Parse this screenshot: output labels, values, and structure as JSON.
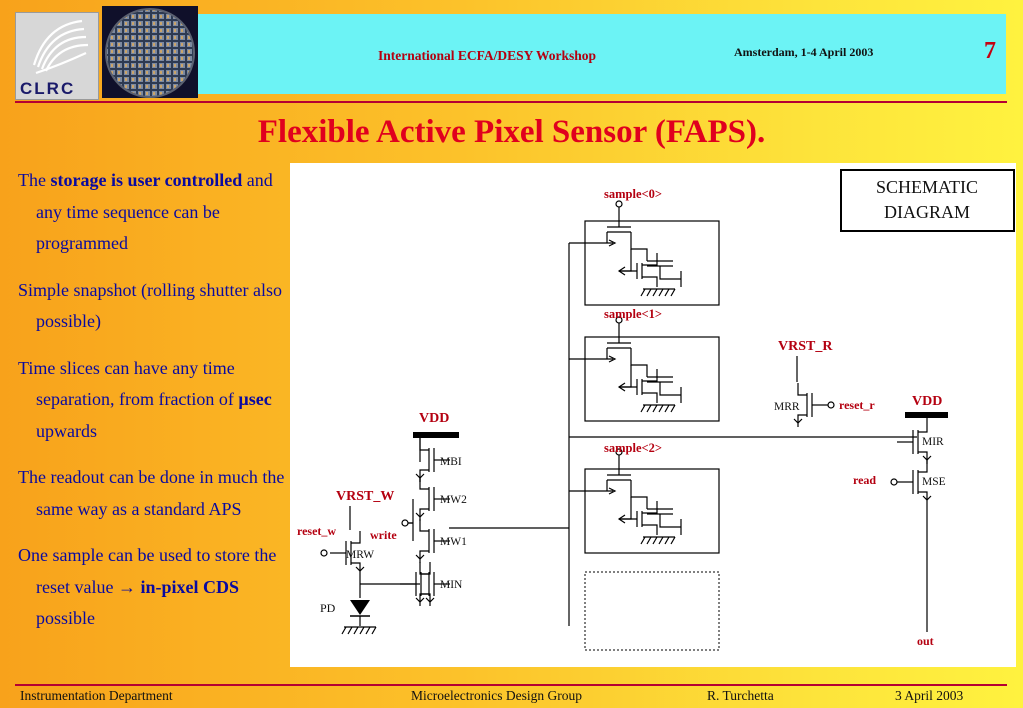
{
  "header": {
    "logo_text": "CLRC",
    "workshop": "International ECFA/DESY Workshop",
    "place_date": "Amsterdam, 1-4 April 2003",
    "page_number": "7"
  },
  "title": "Flexible Active Pixel Sensor (FAPS).",
  "bullets": [
    {
      "pre": "The ",
      "bold": "storage is user controlled",
      "post": " and any time sequence can be programmed"
    },
    {
      "pre": "Simple snapshot (rolling shutter also possible)",
      "bold": "",
      "post": ""
    },
    {
      "pre": "Time slices can have any time separation, from fraction of ",
      "bold": "µsec",
      "post": " upwards"
    },
    {
      "pre": "The readout can be done in much the same way as a standard APS",
      "bold": "",
      "post": ""
    },
    {
      "pre": "One sample can be used to store the reset value ",
      "arrow": "→",
      "bold": " in-pixel CDS",
      "post": " possible"
    }
  ],
  "diagram": {
    "box_label_line1": "SCHEMATIC",
    "box_label_line2": "DIAGRAM",
    "samples": [
      "sample<0>",
      "sample<1>",
      "sample<2>"
    ],
    "vdd": "VDD",
    "vrst_w": "VRST_W",
    "vrst_r": "VRST_R",
    "reset_w": "reset_w",
    "reset_r": "reset_r",
    "write": "write",
    "read": "read",
    "out": "out",
    "pd": "PD",
    "mbi": "MBI",
    "mw2": "MW2",
    "mw1": "MW1",
    "min": "MIN",
    "mrw": "MRW",
    "mrr": "MRR",
    "mir": "MIR",
    "mse": "MSE"
  },
  "footer": {
    "department": "Instrumentation Department",
    "group": "Microelectronics Design Group",
    "author": "R. Turchetta",
    "date": "3 April 2003"
  },
  "colors": {
    "accent_red": "#b40010",
    "title_red": "#e0001e",
    "text_blue": "#0a0aa0",
    "header_cyan": "#6cf3f5"
  }
}
